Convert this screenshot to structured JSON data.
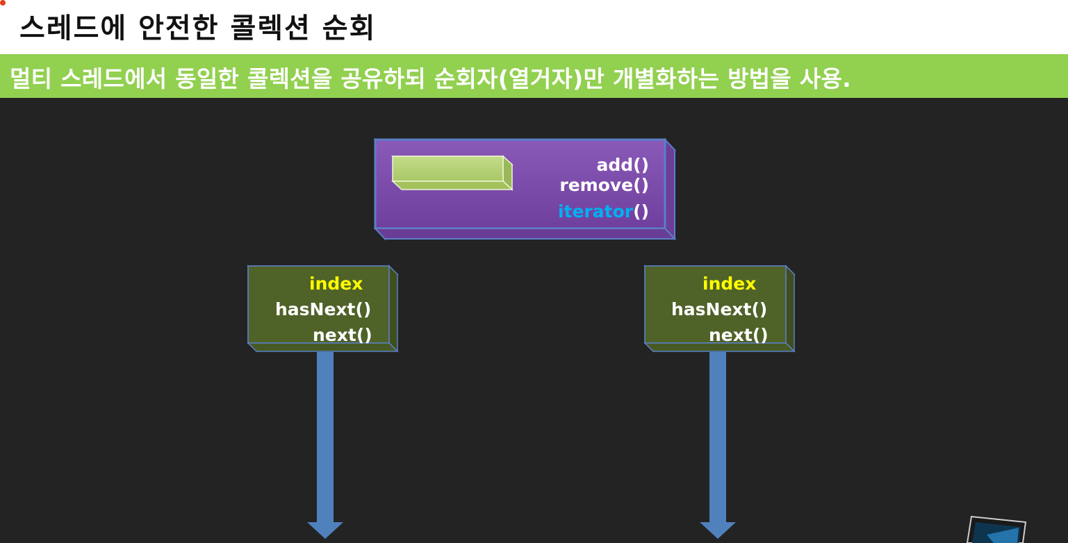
{
  "title": "스레드에 안전한 콜렉션 순회",
  "subtitle": "멀티 스레드에서 동일한 콜렉션을 공유하되 순회자(열거자)만 개별화하는 방법을 사용.",
  "collection": {
    "methods": [
      "add()",
      "remove()"
    ],
    "iterator_name": "iterator",
    "iterator_parens": "()"
  },
  "iterators": [
    {
      "field": "index",
      "methods": [
        "hasNext()",
        "next()"
      ]
    },
    {
      "field": "index",
      "methods": [
        "hasNext()",
        "next()"
      ]
    }
  ],
  "colors": {
    "title_bg": "#ffffff",
    "subtitle_bg": "#92d050",
    "canvas_bg": "#232323",
    "collection_box": "#7030a0",
    "iterator_box": "#4f6228",
    "arrow": "#4f81bd",
    "index_text": "#ffff00",
    "iterator_text": "#00b0f0"
  }
}
